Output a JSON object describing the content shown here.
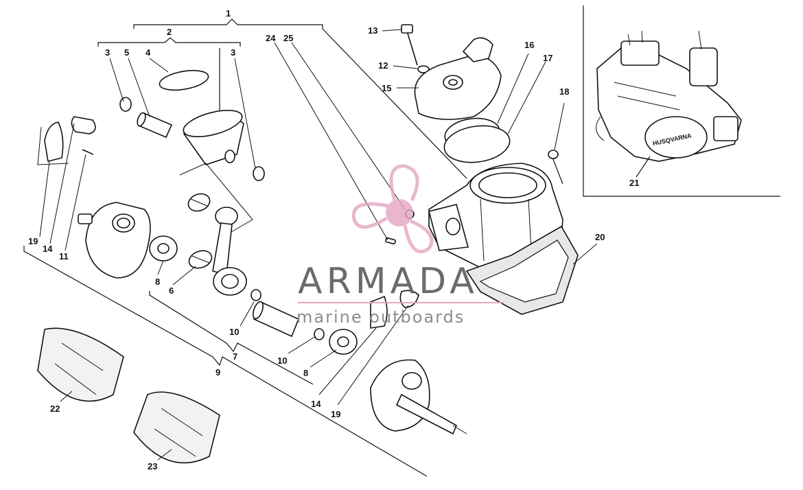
{
  "labels": {
    "l1": "1",
    "l2": "2",
    "l3a": "3",
    "l3b": "3",
    "l4": "4",
    "l5": "5",
    "l6": "6",
    "l7": "7",
    "l8a": "8",
    "l8b": "8",
    "l9": "9",
    "l10a": "10",
    "l10b": "10",
    "l11": "11",
    "l12": "12",
    "l13": "13",
    "l14a": "14",
    "l14b": "14",
    "l15": "15",
    "l16": "16",
    "l17": "17",
    "l18": "18",
    "l19a": "19",
    "l19b": "19",
    "l20": "20",
    "l21": "21",
    "l22": "22",
    "l23": "23",
    "l24": "24",
    "l25": "25"
  },
  "engine_badge": "HUSQVARNA",
  "watermark": {
    "title": "ARMADA",
    "subtitle": "marine outboards",
    "color": "#e3a6c3"
  }
}
